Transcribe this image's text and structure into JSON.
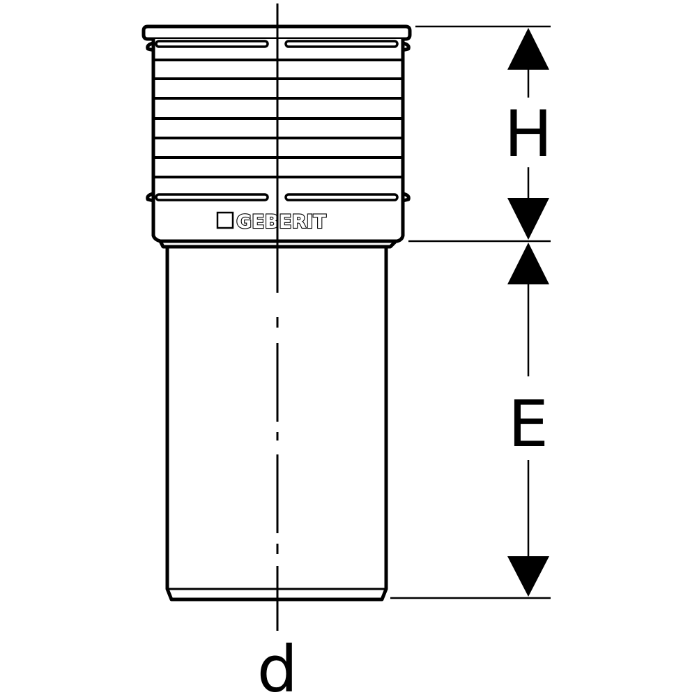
{
  "diagram": {
    "brand": "GEBERIT",
    "labels": {
      "height": "H",
      "insertion_depth": "E",
      "diameter": "d"
    },
    "colors": {
      "line": "#000000",
      "background": "#ffffff"
    }
  }
}
